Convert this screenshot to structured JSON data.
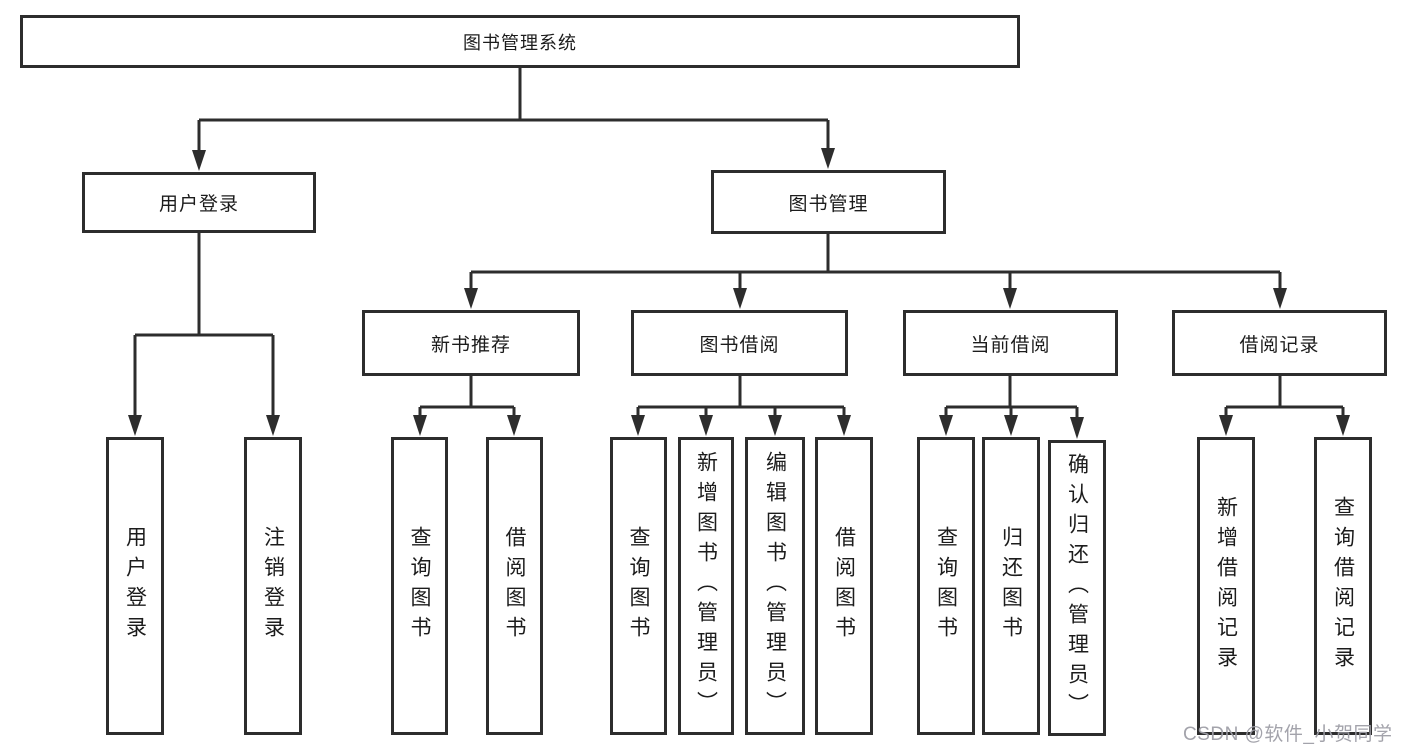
{
  "diagram_type": "tree",
  "colors": {
    "line": "#2d2d2d",
    "box_background": "#ffffff",
    "text": "#1c1c1c",
    "watermark_text_color": "#9e9ea6"
  },
  "watermark": "CSDN @软件_小贺同学",
  "tree": {
    "label": "图书管理系统",
    "children": [
      {
        "label": "用户登录",
        "children": [
          {
            "label": "用户登录"
          },
          {
            "label": "注销登录"
          }
        ]
      },
      {
        "label": "图书管理",
        "children": [
          {
            "label": "新书推荐",
            "children": [
              {
                "label": "查询图书"
              },
              {
                "label": "借阅图书"
              }
            ]
          },
          {
            "label": "图书借阅",
            "children": [
              {
                "label": "查询图书"
              },
              {
                "label": "新增图书（管理员）"
              },
              {
                "label": "编辑图书（管理员）"
              },
              {
                "label": "借阅图书"
              }
            ]
          },
          {
            "label": "当前借阅",
            "children": [
              {
                "label": "查询图书"
              },
              {
                "label": "归还图书"
              },
              {
                "label": "确认归还（管理员）"
              }
            ]
          },
          {
            "label": "借阅记录",
            "children": [
              {
                "label": "新增借阅记录"
              },
              {
                "label": "查询借阅记录"
              }
            ]
          }
        ]
      }
    ]
  }
}
